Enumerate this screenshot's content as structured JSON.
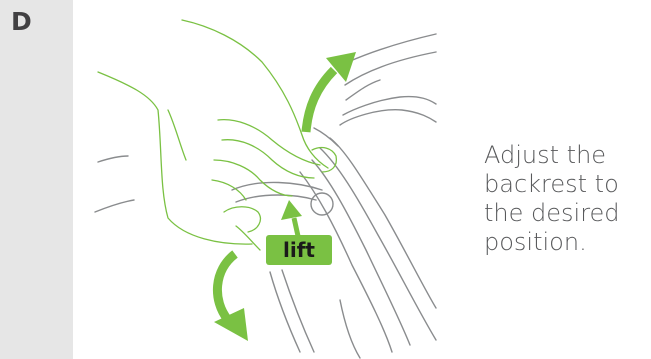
{
  "step": {
    "letter": "D",
    "instruction": "Adjust the\nbackrest to\nthe desired\nposition.",
    "lift_label": "lift"
  },
  "colors": {
    "accent_green": "#7ac143",
    "sidebar_bg": "#e6e6e6",
    "text": "#58595b",
    "line_gray": "#8a8c8e"
  },
  "icons": {
    "arrow_up": "curved-arrow-up-icon",
    "arrow_down": "curved-arrow-down-icon",
    "arrow_lift": "lift-arrow-icon"
  }
}
